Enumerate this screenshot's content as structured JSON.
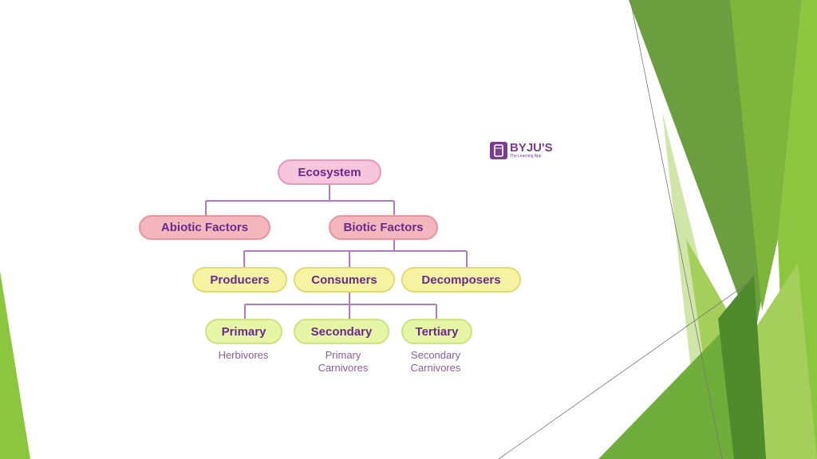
{
  "logo": {
    "name": "BYJU'S",
    "tagline": "The Learning App"
  },
  "diagram": {
    "root": "Ecosystem",
    "level1": {
      "abiotic": "Abiotic Factors",
      "biotic": "Biotic Factors"
    },
    "level2": {
      "producers": "Producers",
      "consumers": "Consumers",
      "decomposers": "Decomposers"
    },
    "level3": {
      "primary": {
        "label": "Primary",
        "desc_1": "Herbivores"
      },
      "secondary": {
        "label": "Secondary",
        "desc_1": "Primary",
        "desc_2": "Carnivores"
      },
      "tertiary": {
        "label": "Tertiary",
        "desc_1": "Secondary",
        "desc_2": "Carnivores"
      }
    }
  },
  "colors": {
    "connector": "#b07ac8",
    "text": "#6a2a8a",
    "green_light": "#9ccc3c",
    "green_mid": "#6aa33a",
    "green_dark": "#4f8a2b"
  }
}
